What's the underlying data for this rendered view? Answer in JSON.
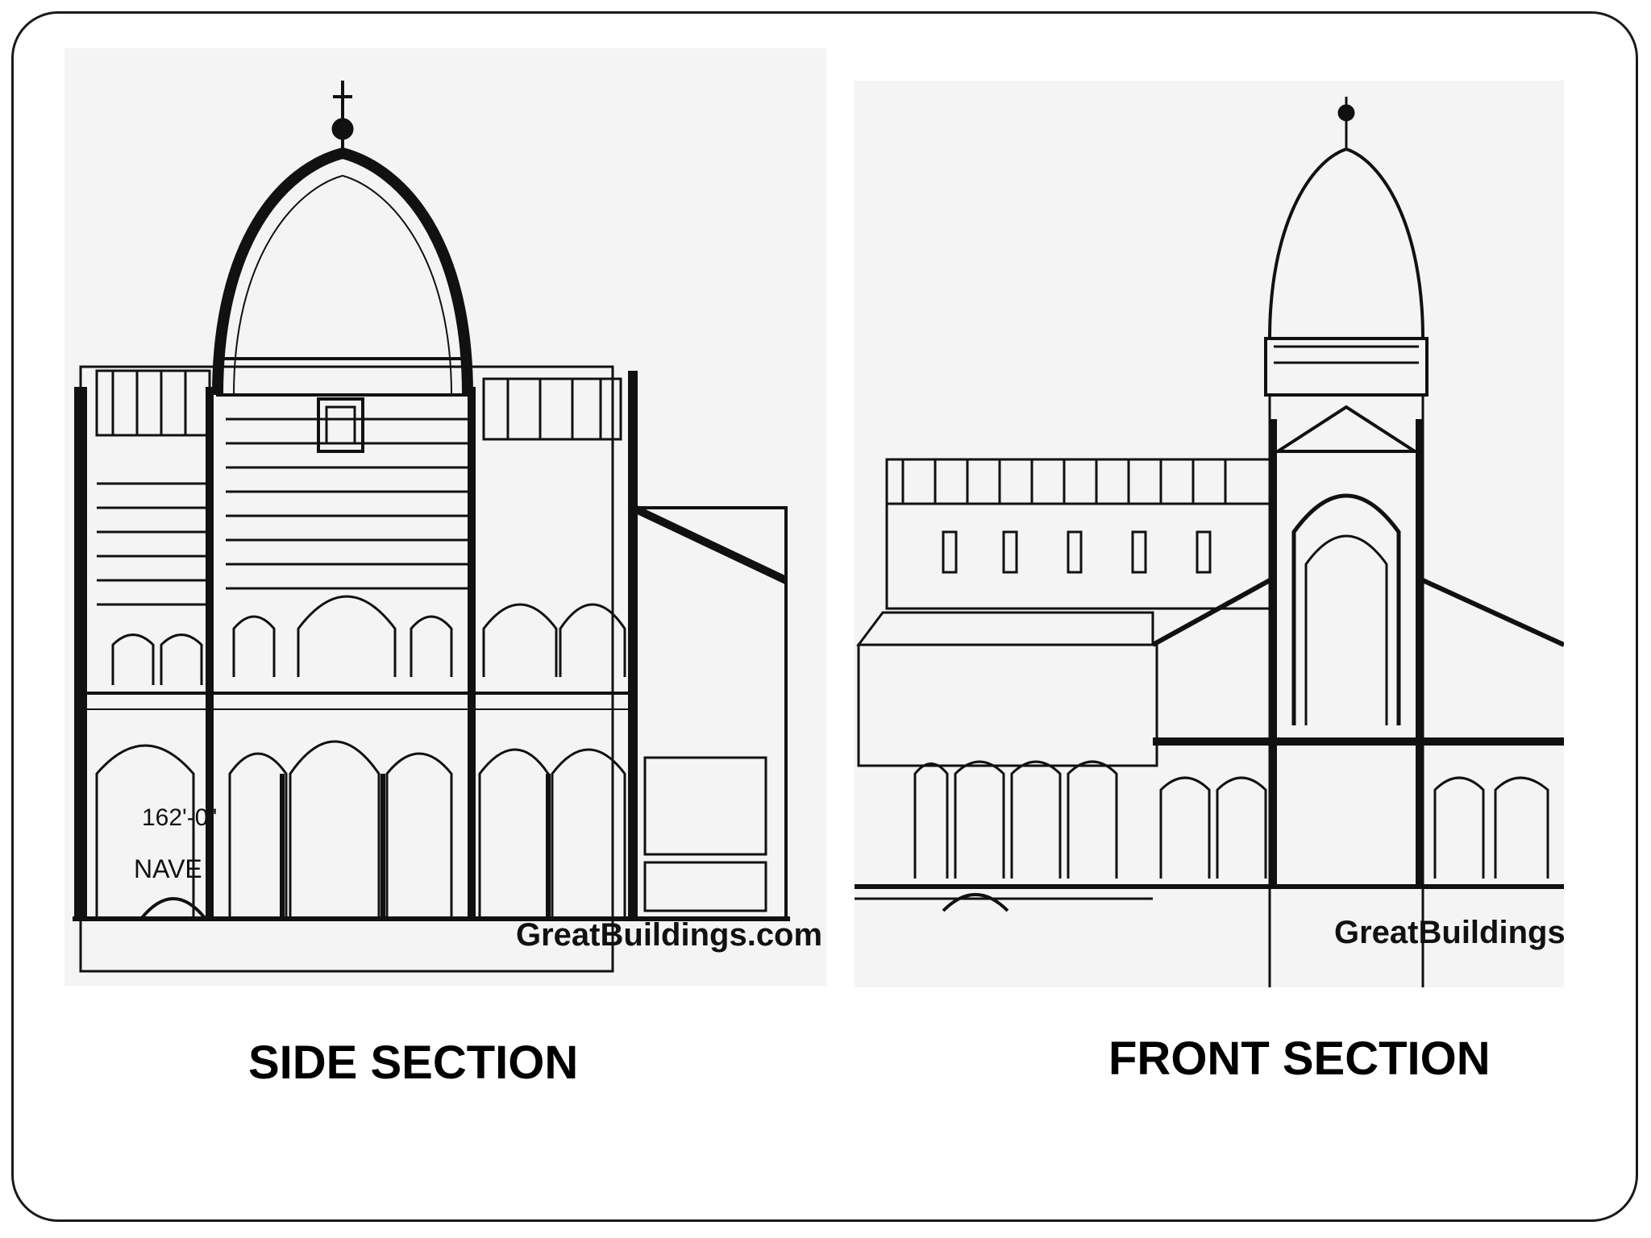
{
  "slide": {
    "left_figure": {
      "caption": "SIDE SECTION",
      "watermark": "GreatBuildings.com",
      "dimension_label": "162'-0\"",
      "nave_label": "NAVE"
    },
    "right_figure": {
      "caption": "FRONT SECTION",
      "watermark": "GreatBuildings."
    }
  },
  "colors": {
    "ink": "#111111",
    "paper": "#f4f4f4",
    "frame": "#1a1a1a"
  }
}
